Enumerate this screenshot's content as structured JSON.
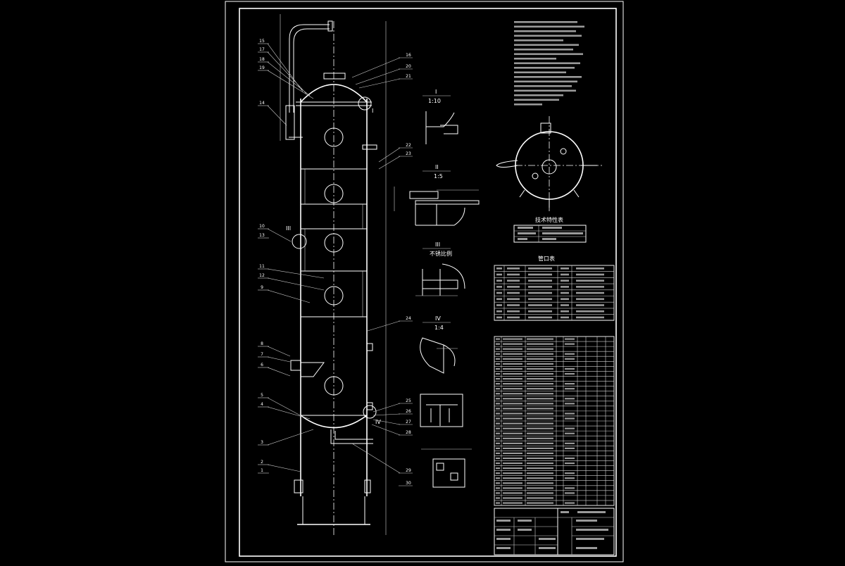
{
  "colors": {
    "background": "#000000",
    "line": "#ffffff",
    "note_text": "#cfcfcf",
    "hatch": "#25d6d6"
  },
  "detail_views": {
    "view1": {
      "label": "I",
      "scale": "1:10"
    },
    "view2": {
      "label": "II",
      "scale": "1:5"
    },
    "view3": {
      "label": "III",
      "caption": "不锈比例"
    },
    "view4": {
      "label": "IV",
      "scale": "1:4"
    }
  },
  "tables": {
    "tech_title": "技术特性表",
    "nozzle_title": "管口表"
  },
  "callouts": {
    "left": [
      "15",
      "17",
      "18",
      "19",
      "14",
      "10",
      "13",
      "11",
      "12",
      "9",
      "8",
      "7",
      "6",
      "5",
      "4",
      "3",
      "2",
      "1"
    ],
    "right": [
      "16",
      "20",
      "21",
      "22",
      "23",
      "24",
      "25",
      "26",
      "27",
      "28",
      "29",
      "30"
    ]
  },
  "roman_markers": {
    "top": "I",
    "mid": "III",
    "low": "IV"
  }
}
